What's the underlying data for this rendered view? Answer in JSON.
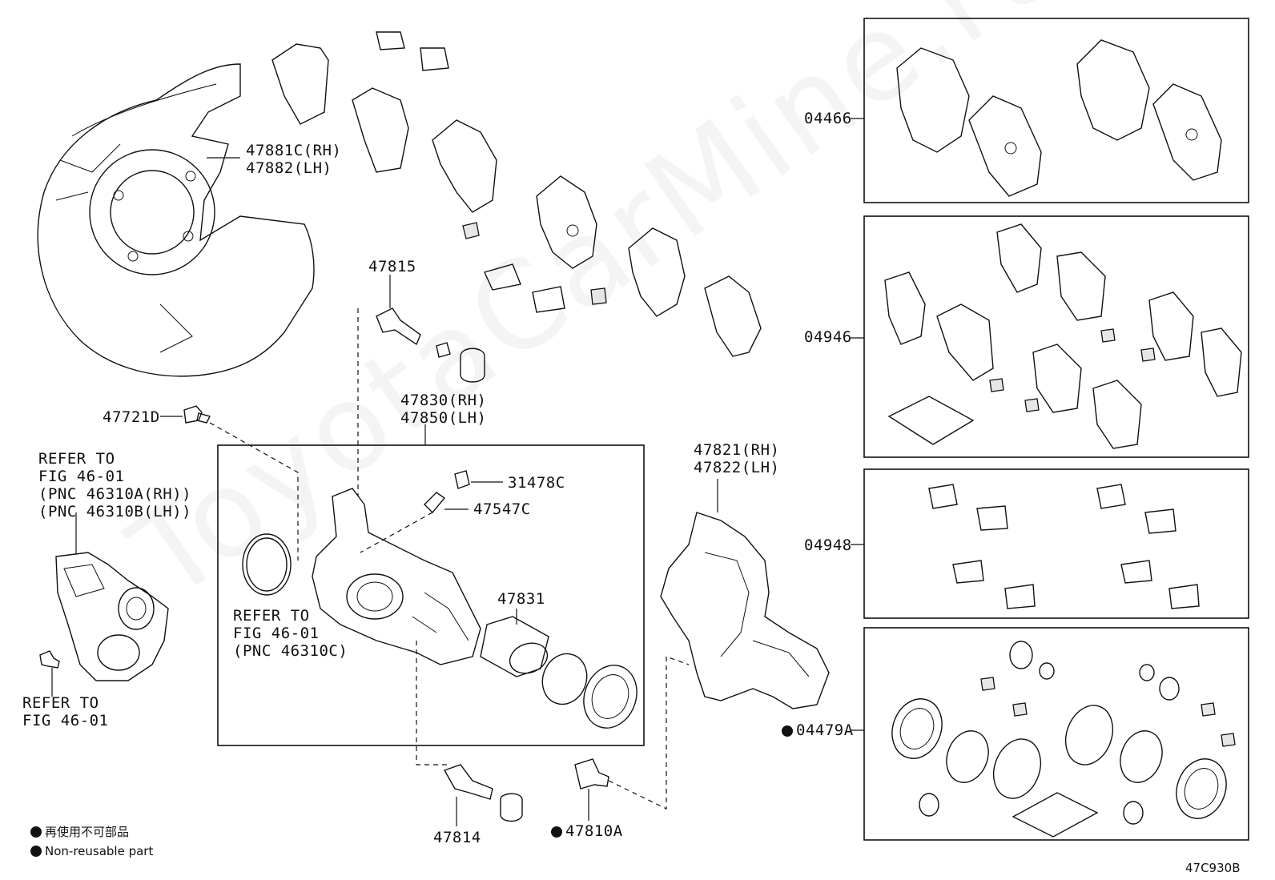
{
  "watermark": "ToyotaCarMine.ru",
  "labels": {
    "p47881": "47881C(RH)\n47882(LH)",
    "p47815": "47815",
    "p47721": "47721D",
    "p47830": "47830(RH)\n47850(LH)",
    "p31478": "31478C",
    "p47547": "47547C",
    "p47831": "47831",
    "p47821": "47821(RH)\n47822(LH)",
    "p47814": "47814",
    "p47810": "47810A",
    "p04466": "04466",
    "p04946": "04946",
    "p04948": "04948",
    "p04479": "04479A",
    "ref_motor": "REFER TO\nFIG 46-01\n(PNC 46310A(RH))\n(PNC 46310B(LH))",
    "ref_seal": "REFER TO\nFIG 46-01\n(PNC 46310C)",
    "ref_bolt": "REFER TO\nFIG 46-01"
  },
  "legend": {
    "jp": "再使用不可部品",
    "en": "Non-reusable part"
  },
  "figure_id": "47C930B"
}
